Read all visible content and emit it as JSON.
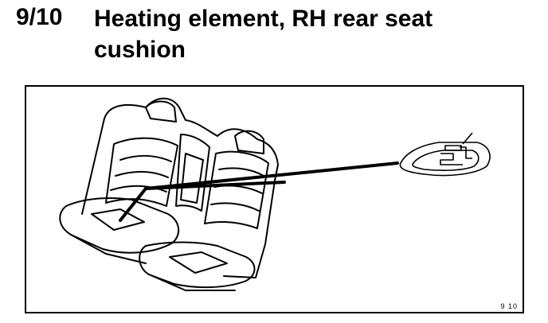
{
  "header": {
    "section_number": "9/10",
    "title": "Heating element, RH rear seat cushion"
  },
  "figure": {
    "figure_id": "9 10",
    "icon": "seat-heating-element-illustration"
  }
}
